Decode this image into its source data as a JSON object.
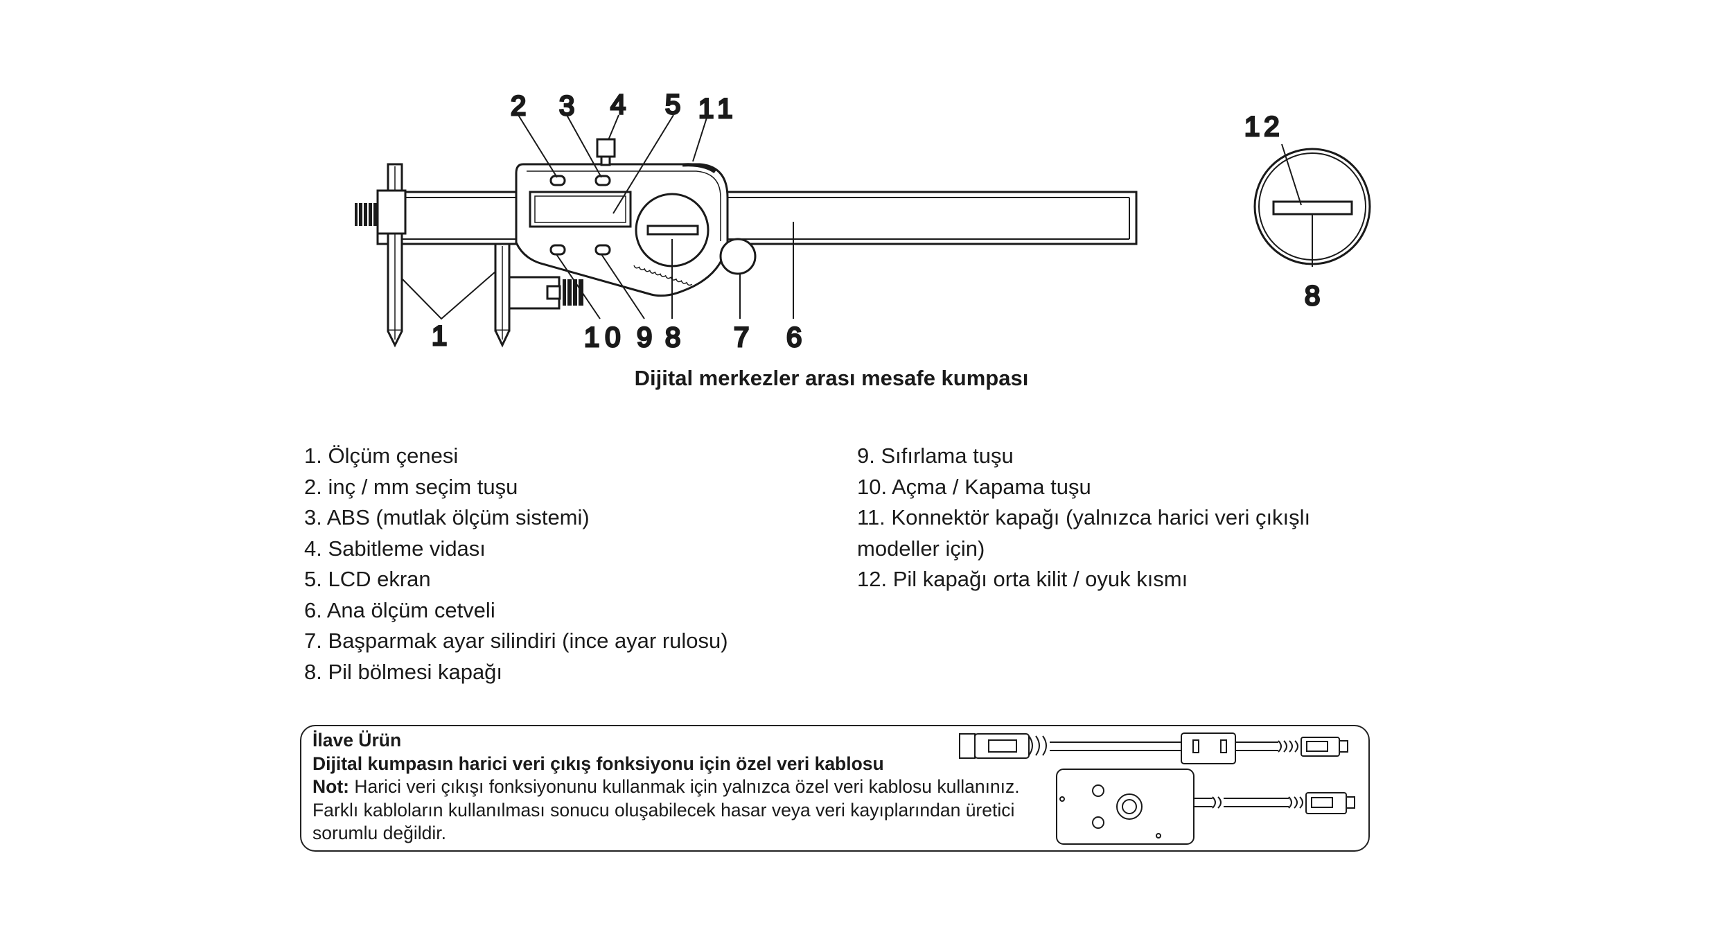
{
  "callouts": {
    "c1": "1",
    "c2": "2",
    "c3": "3",
    "c4": "4",
    "c5": "5",
    "c6": "6",
    "c7": "7",
    "c8": "8",
    "c9": "9",
    "c10": "10",
    "c11": "11",
    "c12": "12",
    "c8b": "8"
  },
  "caption": "Dijital merkezler arası mesafe kumpası",
  "legend_left": [
    "1. Ölçüm çenesi",
    "2. inç / mm seçim tuşu",
    "3. ABS (mutlak ölçüm sistemi)",
    "4. Sabitleme vidası",
    "5. LCD ekran",
    "6. Ana ölçüm cetveli",
    "7. Başparmak ayar silindiri (ince ayar rulosu)",
    "8. Pil bölmesi kapağı"
  ],
  "legend_right": [
    "9. Sıfırlama tuşu",
    "10. Açma / Kapama tuşu",
    "11. Konnektör kapağı (yalnızca harici veri çıkışlı",
    "modeller için)",
    "12. Pil kapağı orta kilit / oyuk kısmı"
  ],
  "accessory": {
    "heading": "İlave Ürün",
    "subheading": "Dijital kumpasın harici veri çıkış fonksiyonu için özel veri kablosu",
    "note_label": "Not:",
    "note_line1": " Harici veri çıkışı fonksiyonunu kullanmak için yalnızca özel veri kablosu kullanınız.",
    "note_line2": "Farklı kabloların kullanılması sonucu oluşabilecek hasar veya veri kayıplarından üretici",
    "note_line3": "sorumlu değildir."
  }
}
